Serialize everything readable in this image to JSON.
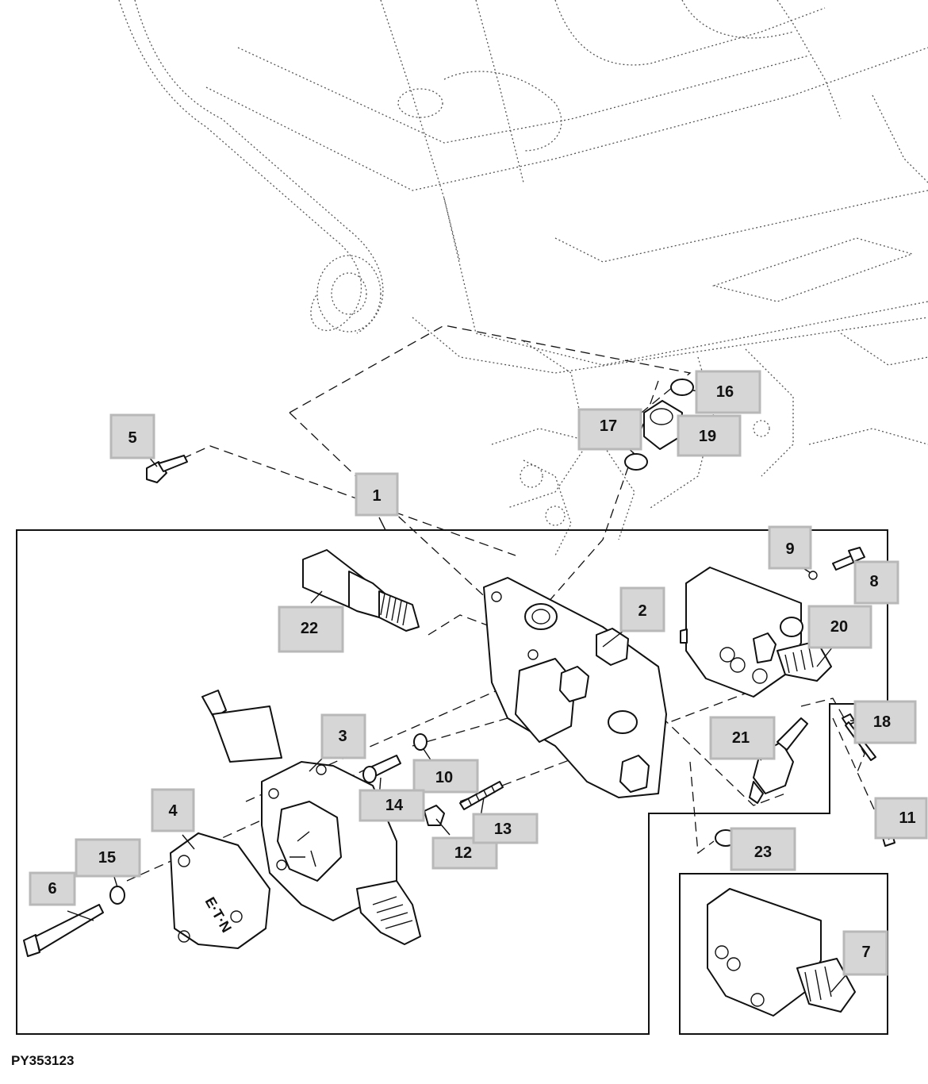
{
  "figure": {
    "id": "PY353123",
    "callouts": [
      {
        "label": "1"
      },
      {
        "label": "2"
      },
      {
        "label": "3"
      },
      {
        "label": "4"
      },
      {
        "label": "5"
      },
      {
        "label": "6"
      },
      {
        "label": "7"
      },
      {
        "label": "8"
      },
      {
        "label": "9"
      },
      {
        "label": "10"
      },
      {
        "label": "11"
      },
      {
        "label": "12"
      },
      {
        "label": "13"
      },
      {
        "label": "14"
      },
      {
        "label": "15"
      },
      {
        "label": "16"
      },
      {
        "label": "17"
      },
      {
        "label": "18"
      },
      {
        "label": "19"
      },
      {
        "label": "20"
      },
      {
        "label": "21"
      },
      {
        "label": "22"
      },
      {
        "label": "23"
      }
    ],
    "colors": {
      "line": "#111111",
      "ghost_line": "#555555",
      "callout_fill": "#d6d6d6",
      "callout_border": "#b8b8b8",
      "background": "#ffffff"
    }
  }
}
